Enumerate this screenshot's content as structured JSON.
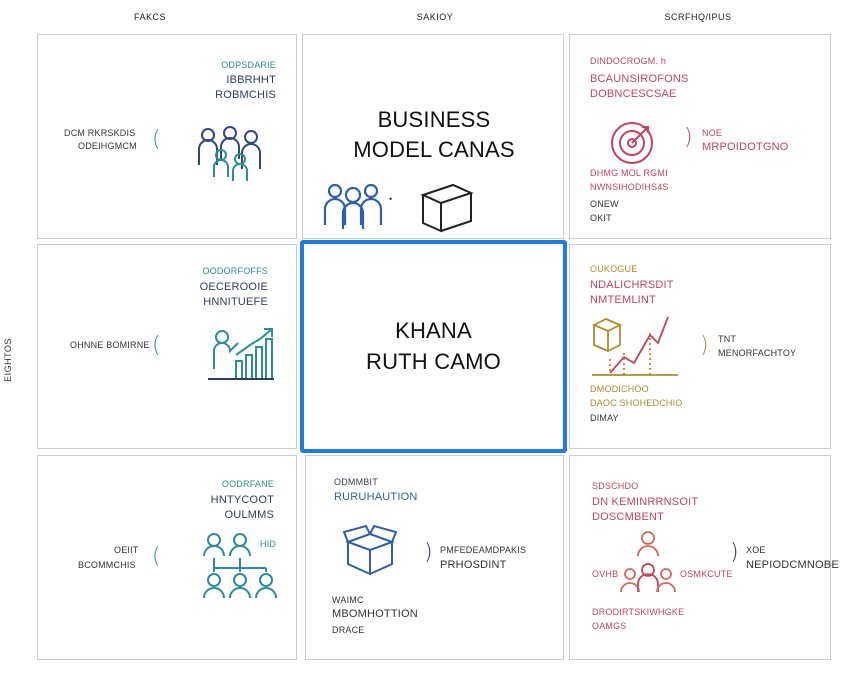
{
  "columns": [
    "FAKCS",
    "SAKIOY",
    "SCRFHQ/IPUS"
  ],
  "side_label": "EIGHTOS",
  "colors": {
    "accent_blue": "#1e7be0",
    "teal": "#2a8e93",
    "navy": "#2f3e5c",
    "rose": "#c2445e",
    "gold": "#b08a2a",
    "border": "#c9ccd0"
  },
  "cells": {
    "top_left": {
      "header": [
        "ODPSDARIE",
        "IBBRHHT",
        "ROBMCHIS"
      ],
      "side": [
        "DCM RKRSKDIS",
        "ODEIHGMCM"
      ],
      "icon": "people-group-icon"
    },
    "top_center": {
      "title": [
        "BUSINESS",
        "MODEL CANAS"
      ],
      "icons": [
        "team-icon",
        "box-icon"
      ]
    },
    "top_right": {
      "header": [
        "DINDOCROGM. h",
        "BCAUNSIROFONS",
        "DOBNCESCSAE"
      ],
      "side": [
        "NOE",
        "MRPOIDOTGNO"
      ],
      "sub": [
        "DHMG MOL RGMI",
        "NWNSIHODIHS4S",
        "ONEW",
        "OKIT"
      ],
      "icon": "target-icon"
    },
    "middle_left": {
      "header": [
        "OODORFOFFS",
        "OECEROOIE",
        "HNNITUEFE"
      ],
      "side": [
        "OHNNE BOMIRNE"
      ],
      "icon": "growth-chart-icon"
    },
    "center": {
      "title": [
        "KHANA",
        "RUTH CAMO"
      ]
    },
    "middle_right": {
      "header": [
        "OUKOGUE",
        "NDALICHRSDIT",
        "NMTEMLINT"
      ],
      "side": [
        "TNT",
        "MENORFACHTOY"
      ],
      "sub": [
        "DMODICHOO",
        "DAOC SHOHEDCHIO",
        "DIMAY"
      ],
      "icon": "cube-chart-icon"
    },
    "bottom_left": {
      "header": [
        "OODRFANE",
        "HNTYCOOT",
        "OULMMS"
      ],
      "side": [
        "OEIIT",
        "BCOMMCHIS"
      ],
      "tag": "HID",
      "icon": "org-network-icon"
    },
    "bottom_center": {
      "header": [
        "ODMMBIT",
        "RURUHAUTION"
      ],
      "side": [
        "PMFEDEAMDPAKIS",
        "PRHOSDINT"
      ],
      "sub": [
        "WAIMC",
        "MBOMHOTTION",
        "DRACE"
      ],
      "icon": "open-box-icon"
    },
    "bottom_right": {
      "header": [
        "SDSCHDO",
        "DN KEMINRRNSOIT",
        "DOSCMBENT"
      ],
      "side": [
        "XOE",
        "NEPIODCMNOBE"
      ],
      "sub": [
        "OVHB",
        "OSMKCUTE",
        "DRODIRTSKIWHGKE",
        "OAMGS"
      ],
      "icon": "customer-group-icon"
    }
  }
}
